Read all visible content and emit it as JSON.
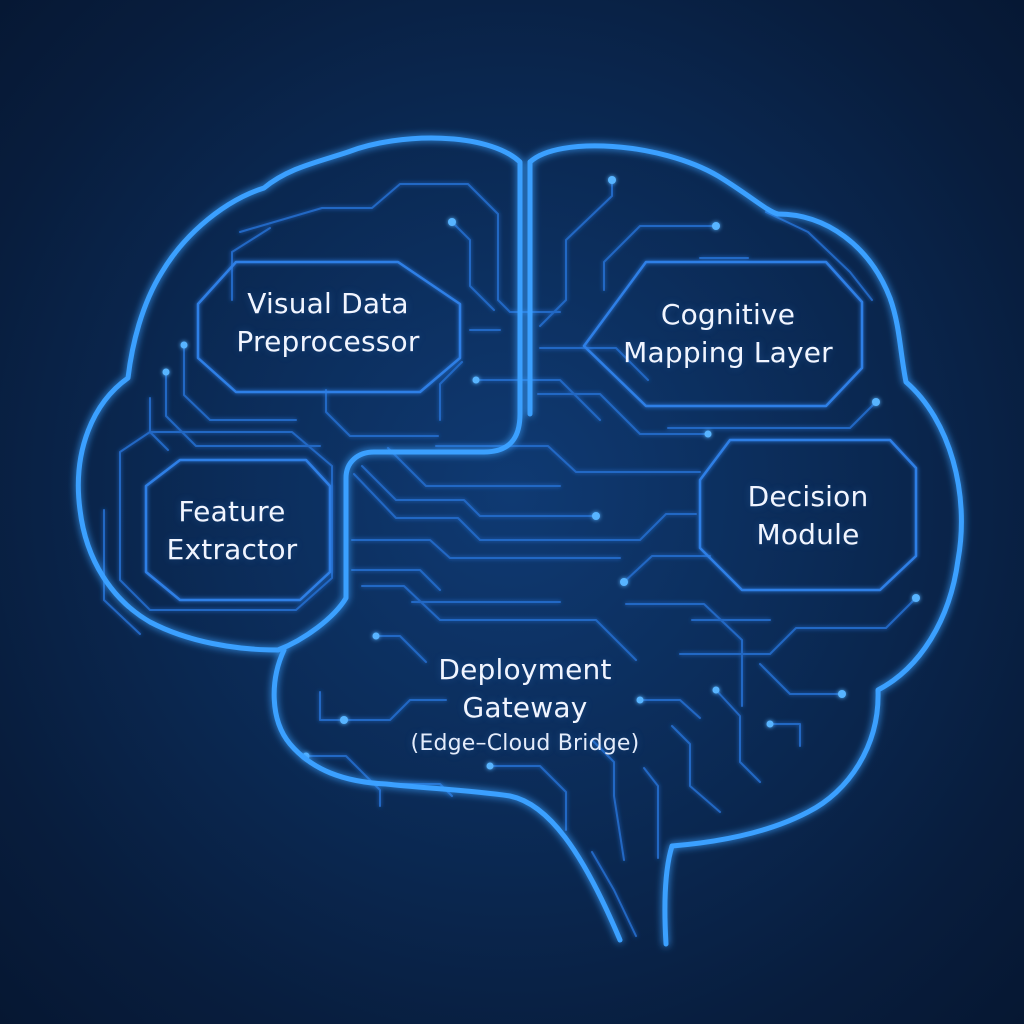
{
  "colors": {
    "background": "#0a2447",
    "outline": "#3aa0ff",
    "circuit": "#2467c4",
    "node": "#58b4ff",
    "label_text": "#f1f5ff"
  },
  "regions": {
    "visual": {
      "line1": "Visual Data",
      "line2": "Preprocessor"
    },
    "cognitive": {
      "line1": "Cognitive",
      "line2": "Mapping Layer"
    },
    "feature": {
      "line1": "Feature",
      "line2": "Extractor"
    },
    "decision": {
      "line1": "Decision",
      "line2": "Module"
    },
    "deployment": {
      "line1": "Deployment",
      "line2": "Gateway",
      "line3": "(Edge–Cloud Bridge)"
    }
  }
}
